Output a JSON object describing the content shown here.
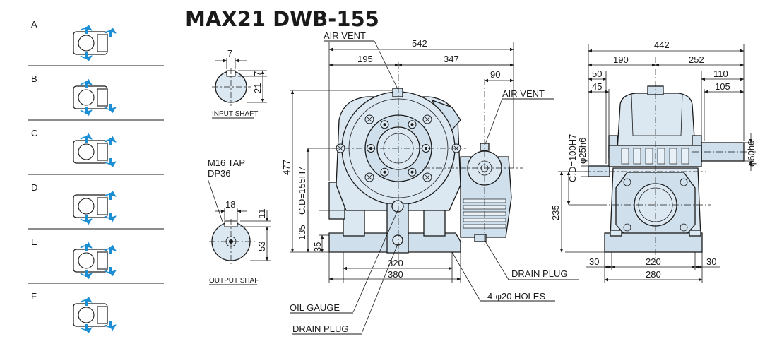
{
  "title": "MAX21 DWB-155",
  "mounting_positions": [
    "A",
    "B",
    "C",
    "D",
    "E",
    "F"
  ],
  "input_shaft": {
    "label": "INPUT SHAFT",
    "key_width": "7",
    "key_depth": "7",
    "height": "21"
  },
  "output_shaft": {
    "label": "OUTPUT SHAFT",
    "tap_label": "M16 TAP",
    "tap_depth": "DP36",
    "key_width": "18",
    "key_depth": "11",
    "height": "53"
  },
  "front_view": {
    "air_vent_top": "AIR VENT",
    "air_vent_right": "AIR VENT",
    "overall_width": "542",
    "left_width": "195",
    "right_width": "347",
    "motor_offset": "90",
    "height_total": "477",
    "center_distance": "C.D=155H7",
    "height_base": "135",
    "base_thickness": "35",
    "foot_inner": "320",
    "foot_outer": "380",
    "drain_plug_right": "DRAIN PLUG",
    "holes": "4-φ20 HOLES",
    "oil_gauge": "OIL GAUGE",
    "drain_plug_bottom": "DRAIN PLUG"
  },
  "side_view": {
    "overall_width": "442",
    "left_width": "190",
    "right_width": "252",
    "left_shaft_a": "50",
    "left_shaft_b": "45",
    "right_shaft_a": "110",
    "right_shaft_b": "105",
    "cd_input": "C.D=100H7",
    "shaft_small": "φ25h6",
    "shaft_large": "φ60h6",
    "height_235": "235",
    "foot_left": "30",
    "foot_mid": "220",
    "foot_right": "30",
    "foot_total": "280"
  }
}
